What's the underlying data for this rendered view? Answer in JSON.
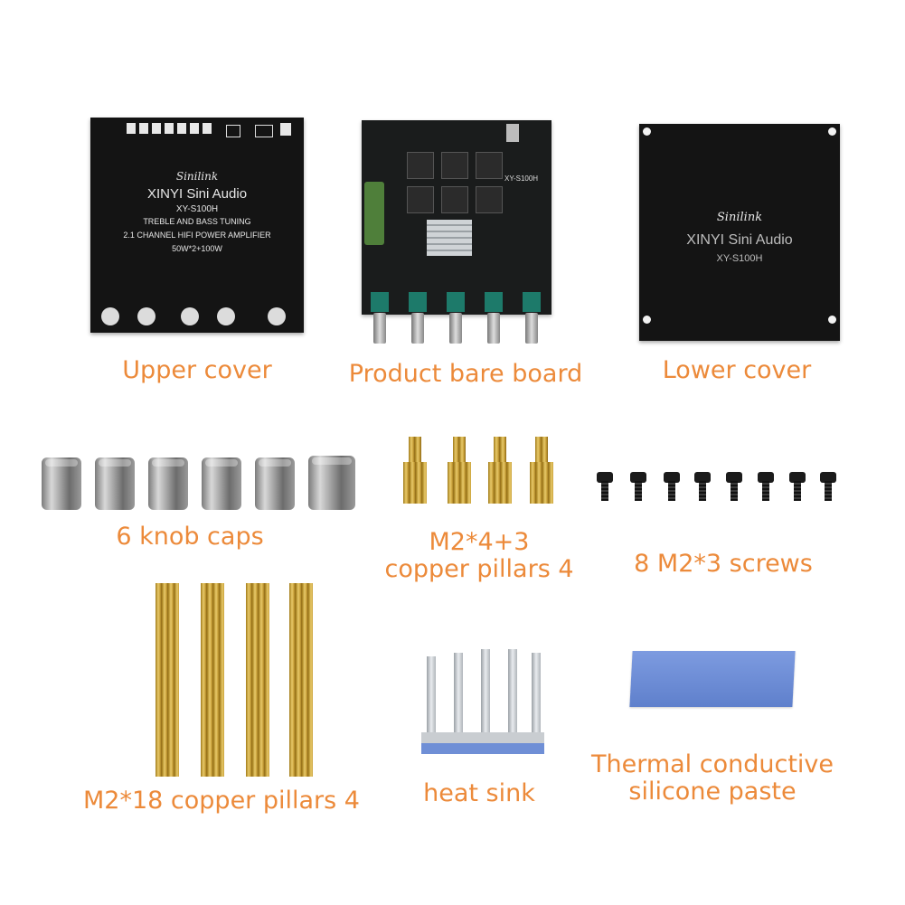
{
  "captions": {
    "upper_cover": "Upper cover",
    "bare_board": "Product bare board",
    "lower_cover": "Lower cover",
    "knob_caps": "6 knob caps",
    "pillars_short_line1": "M2*4+3",
    "pillars_short_line2": "copper pillars 4",
    "screws": "8 M2*3 screws",
    "pillars_long": "M2*18 copper pillars 4",
    "heat_sink": "heat sink",
    "paste_line1": "Thermal conductive",
    "paste_line2": "silicone paste"
  },
  "upper_plate": {
    "logo": "Sinilink",
    "brand": "XINYI Sini Audio",
    "model": "XY-S100H",
    "line1": "TREBLE  AND  BASS TUNING",
    "line2": "2.1 CHANNEL HIFI POWER AMPLIFIER",
    "line3": "50W*2+100W"
  },
  "board": {
    "model": "XY-S100H"
  },
  "lower_plate": {
    "logo": "Sinilink",
    "brand": "XINYI Sini Audio",
    "model": "XY-S100H"
  },
  "colors": {
    "caption": "#ec8a3a",
    "plate": "#141414",
    "brass": "#d4b04a",
    "thermal_pad": "#6f8fd6",
    "knob": "#a9a9a9"
  }
}
